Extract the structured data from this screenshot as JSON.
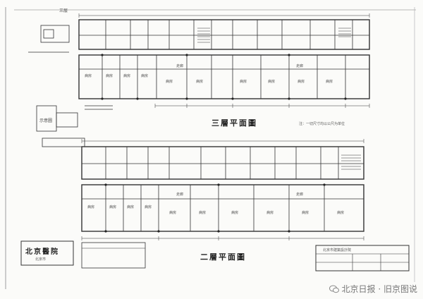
{
  "drawing": {
    "corner_label": "三层",
    "upper_plan_title": "三層平面圖",
    "lower_plan_title": "二層平面圖",
    "note": "注：一切尺寸均以公尺为单位",
    "left_tag_upper": "示意圖",
    "left_block_title": "北京醫院",
    "left_block_sub": "北京市",
    "title_block_text": "北京市建築設計院",
    "room_labels_upper": [
      "病房",
      "病房",
      "病房",
      "病房",
      "病房",
      "病房",
      "病房",
      "病房",
      "病房",
      "病房",
      "走廊",
      "走廊"
    ],
    "room_labels_lower": [
      "病房",
      "病房",
      "病房",
      "病房",
      "病房",
      "病房",
      "病房",
      "病房",
      "病房",
      "病房",
      "走廊",
      "走廊"
    ]
  },
  "watermark": {
    "text": "北京日报 · 旧京图说",
    "icon": "wechat-icon"
  }
}
